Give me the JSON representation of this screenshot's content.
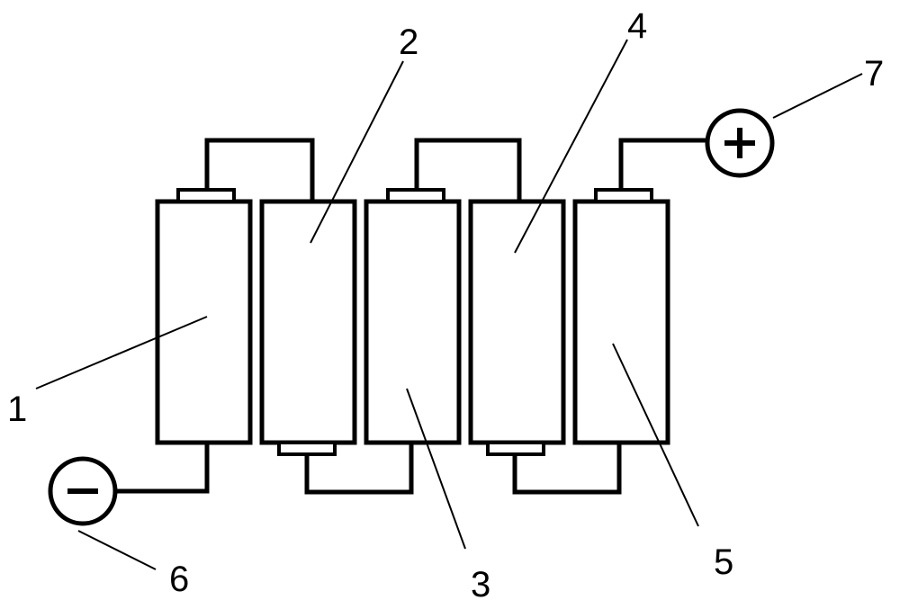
{
  "diagram": {
    "labels": {
      "cell_1": "1",
      "cell_2": "2",
      "cell_3": "3",
      "cell_4": "4",
      "cell_5": "5",
      "negative_terminal": "6",
      "positive_terminal": "7"
    },
    "terminals": {
      "negative_symbol": "minus-icon",
      "positive_symbol": "plus-icon"
    },
    "line_color": "#000000",
    "background_color": "#ffffff"
  }
}
